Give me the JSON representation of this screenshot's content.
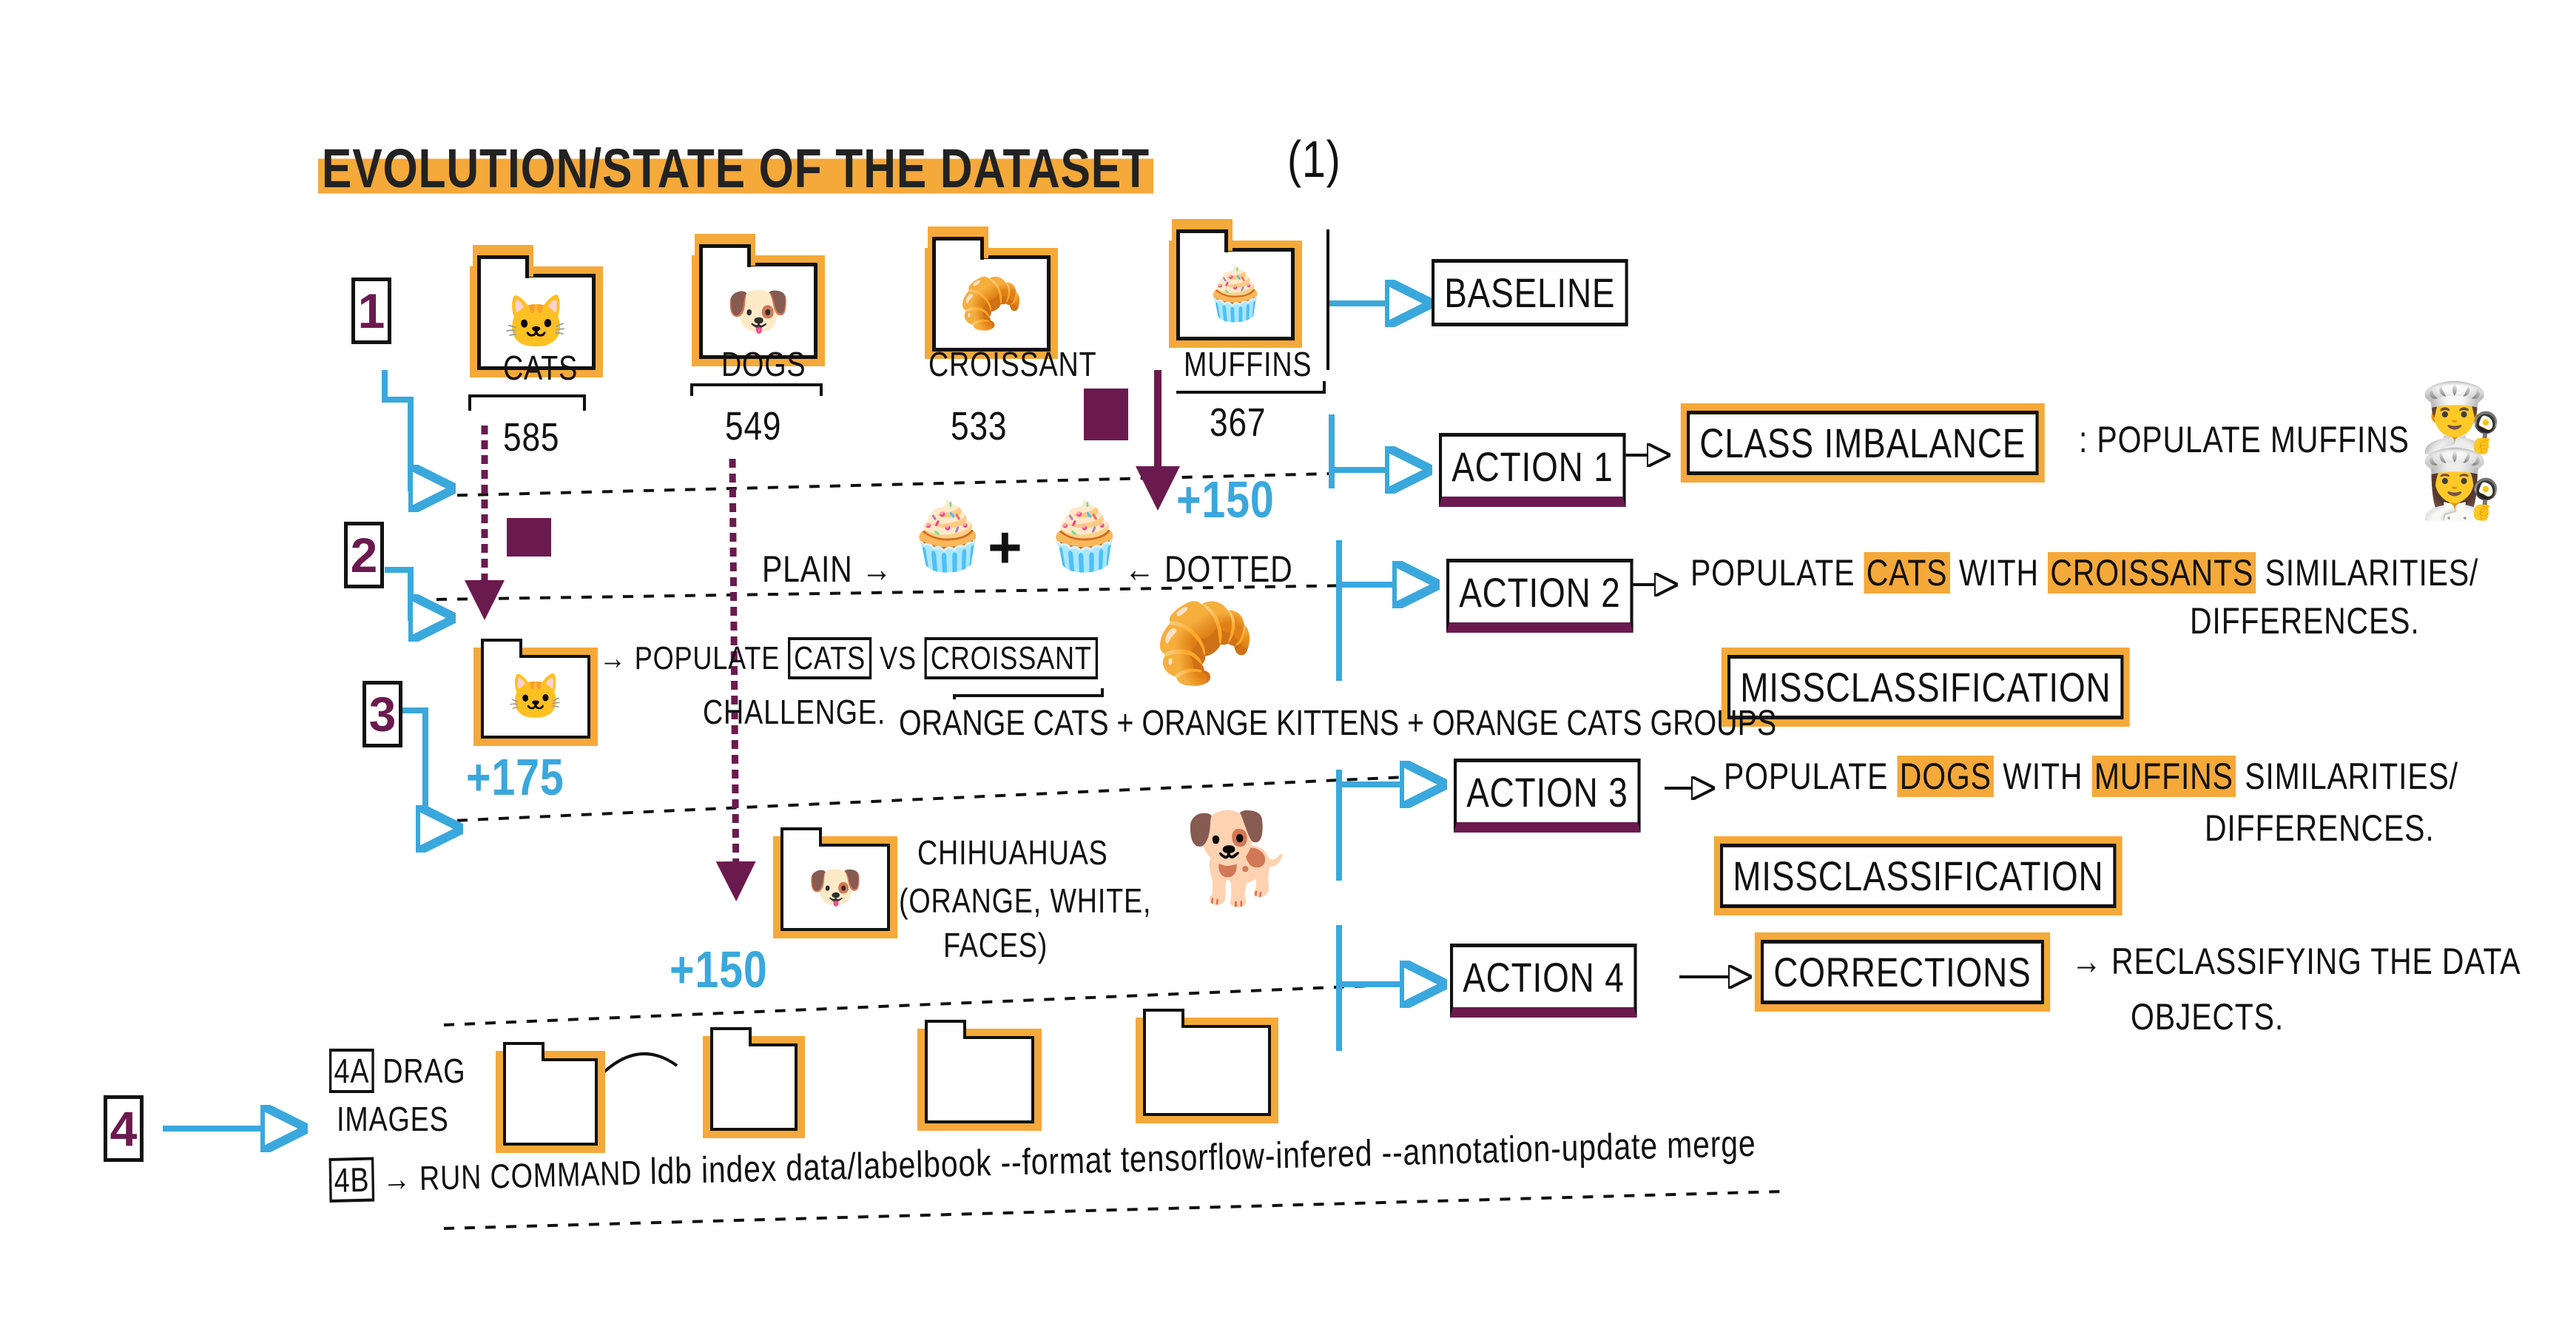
{
  "title": {
    "main": "Evolution/State of the Dataset",
    "suffix": "(1)"
  },
  "steps": [
    "1",
    "2",
    "3",
    "4"
  ],
  "classes": [
    {
      "label": "Cats",
      "count": "585",
      "icon": "cat-icon"
    },
    {
      "label": "Dogs",
      "count": "549",
      "icon": "dog-icon"
    },
    {
      "label": "Croissant",
      "count": "533",
      "icon": "croissant-icon"
    },
    {
      "label": "Muffins",
      "count": "367",
      "icon": "muffin-icon"
    }
  ],
  "baseline": "Baseline",
  "actions": [
    {
      "label": "Action 1",
      "result": "Class Imbalance",
      "detail": ": Populate Muffins"
    },
    {
      "label": "Action 2",
      "detail_pre": "Populate",
      "detail_hl1": "Cats",
      "detail_mid": "with",
      "detail_hl2": "Croissants",
      "detail_post": "Similarities/",
      "detail_line2": "Differences.",
      "result": "Missclassification"
    },
    {
      "label": "Action 3",
      "detail_pre": "Populate",
      "detail_hl1": "Dogs",
      "detail_mid": "with",
      "detail_hl2": "Muffins",
      "detail_post": "Similarities/",
      "detail_line2": "Differences.",
      "result": "Missclassification"
    },
    {
      "label": "Action 4",
      "result": "Corrections",
      "detail": "→ Reclassifying the data",
      "detail_line2": "objects."
    }
  ],
  "annotations": {
    "muffin_plus": "+150",
    "plain": "Plain →",
    "dotted": "← Dotted",
    "populate": "→ Populate",
    "cats": "Cats",
    "vs": "vs",
    "croissant": "Croissant",
    "challenge": "Challenge.",
    "cats_plus": "+175",
    "orange_cats": "Orange cats  + orange kittens + orange cats groups",
    "chihuahuas": "Chihuahuas",
    "chihuahuas_detail": "(orange, white,",
    "chihuahuas_detail2": "faces)",
    "dogs_plus": "+150"
  },
  "step4": {
    "a_tag": "4A",
    "a_text": "Drag",
    "a_text2": "Images",
    "b_tag": "4B",
    "b_text": "→ Run command",
    "command": "ldb index data/labelbook --format tensorflow-infered --annotation-update merge"
  },
  "colors": {
    "orange": "#f4a93a",
    "purple": "#6b1a4f",
    "blue": "#3aa8dc"
  }
}
